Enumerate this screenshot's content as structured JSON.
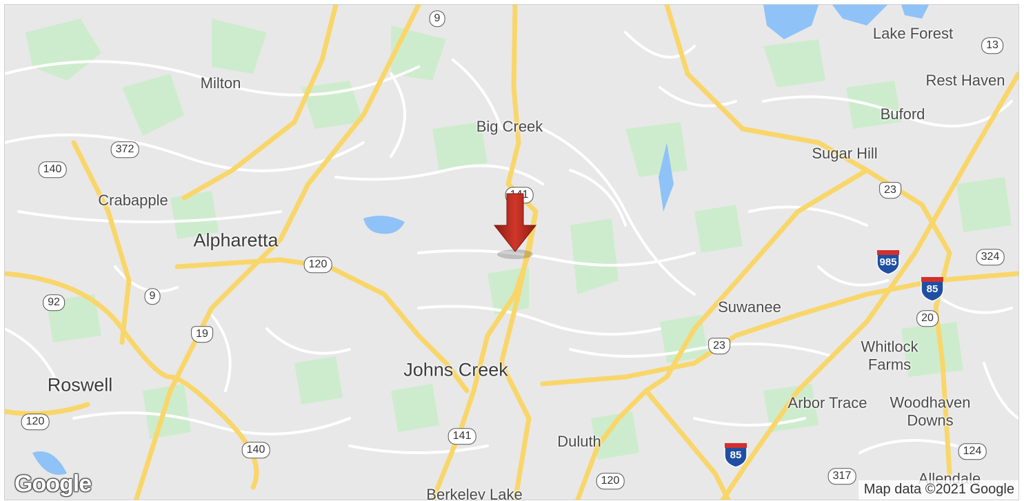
{
  "places": [
    {
      "id": "milton",
      "label": "Milton",
      "size": "med"
    },
    {
      "id": "crabapple",
      "label": "Crabapple",
      "size": "med"
    },
    {
      "id": "alpharetta",
      "label": "Alpharetta",
      "size": "big"
    },
    {
      "id": "roswell",
      "label": "Roswell",
      "size": "big"
    },
    {
      "id": "big-creek",
      "label": "Big Creek",
      "size": "med"
    },
    {
      "id": "johns-creek",
      "label": "Johns Creek",
      "size": "big"
    },
    {
      "id": "duluth",
      "label": "Duluth",
      "size": "med"
    },
    {
      "id": "berkeley-lake",
      "label": "Berkeley Lake",
      "size": "med"
    },
    {
      "id": "suwanee",
      "label": "Suwanee",
      "size": "med"
    },
    {
      "id": "sugar-hill",
      "label": "Sugar Hill",
      "size": "med"
    },
    {
      "id": "buford",
      "label": "Buford",
      "size": "med"
    },
    {
      "id": "lake-forest",
      "label": "Lake Forest",
      "size": "med"
    },
    {
      "id": "rest-haven",
      "label": "Rest Haven",
      "size": "med"
    },
    {
      "id": "whitlock-farms",
      "label": "Whitlock\nFarms",
      "size": "med"
    },
    {
      "id": "arbor-trace",
      "label": "Arbor Trace",
      "size": "med"
    },
    {
      "id": "woodhaven-downs",
      "label": "Woodhaven\nDowns",
      "size": "med"
    },
    {
      "id": "allendale",
      "label": "Allendale",
      "size": "med"
    }
  ],
  "shields": [
    {
      "id": "9-north",
      "label": "9",
      "type": "state"
    },
    {
      "id": "372",
      "label": "372",
      "type": "state"
    },
    {
      "id": "140-west",
      "label": "140",
      "type": "state"
    },
    {
      "id": "141-north",
      "label": "141",
      "type": "state"
    },
    {
      "id": "120-east",
      "label": "120",
      "type": "state"
    },
    {
      "id": "9-south",
      "label": "9",
      "type": "state"
    },
    {
      "id": "92",
      "label": "92",
      "type": "state"
    },
    {
      "id": "19",
      "label": "19",
      "type": "us"
    },
    {
      "id": "120-west",
      "label": "120",
      "type": "state"
    },
    {
      "id": "140-south",
      "label": "140",
      "type": "state"
    },
    {
      "id": "141-south",
      "label": "141",
      "type": "state"
    },
    {
      "id": "120-south",
      "label": "120",
      "type": "state"
    },
    {
      "id": "23-north",
      "label": "23",
      "type": "us"
    },
    {
      "id": "23-south",
      "label": "23",
      "type": "us"
    },
    {
      "id": "13",
      "label": "13",
      "type": "state"
    },
    {
      "id": "324",
      "label": "324",
      "type": "state"
    },
    {
      "id": "20",
      "label": "20",
      "type": "state"
    },
    {
      "id": "124",
      "label": "124",
      "type": "state"
    },
    {
      "id": "317",
      "label": "317",
      "type": "state"
    }
  ],
  "interstates": [
    {
      "id": "985",
      "label": "985"
    },
    {
      "id": "85-east",
      "label": "85"
    },
    {
      "id": "85-south",
      "label": "85"
    }
  ],
  "logo_text": "Google",
  "attribution": "Map data ©2021 Google",
  "colors": {
    "land": "#e8e8e8",
    "park": "#cdeccd",
    "road": "#ffffff",
    "highway": "#f9d66a",
    "water": "#8fc2f7",
    "marker": "#c0392b"
  }
}
